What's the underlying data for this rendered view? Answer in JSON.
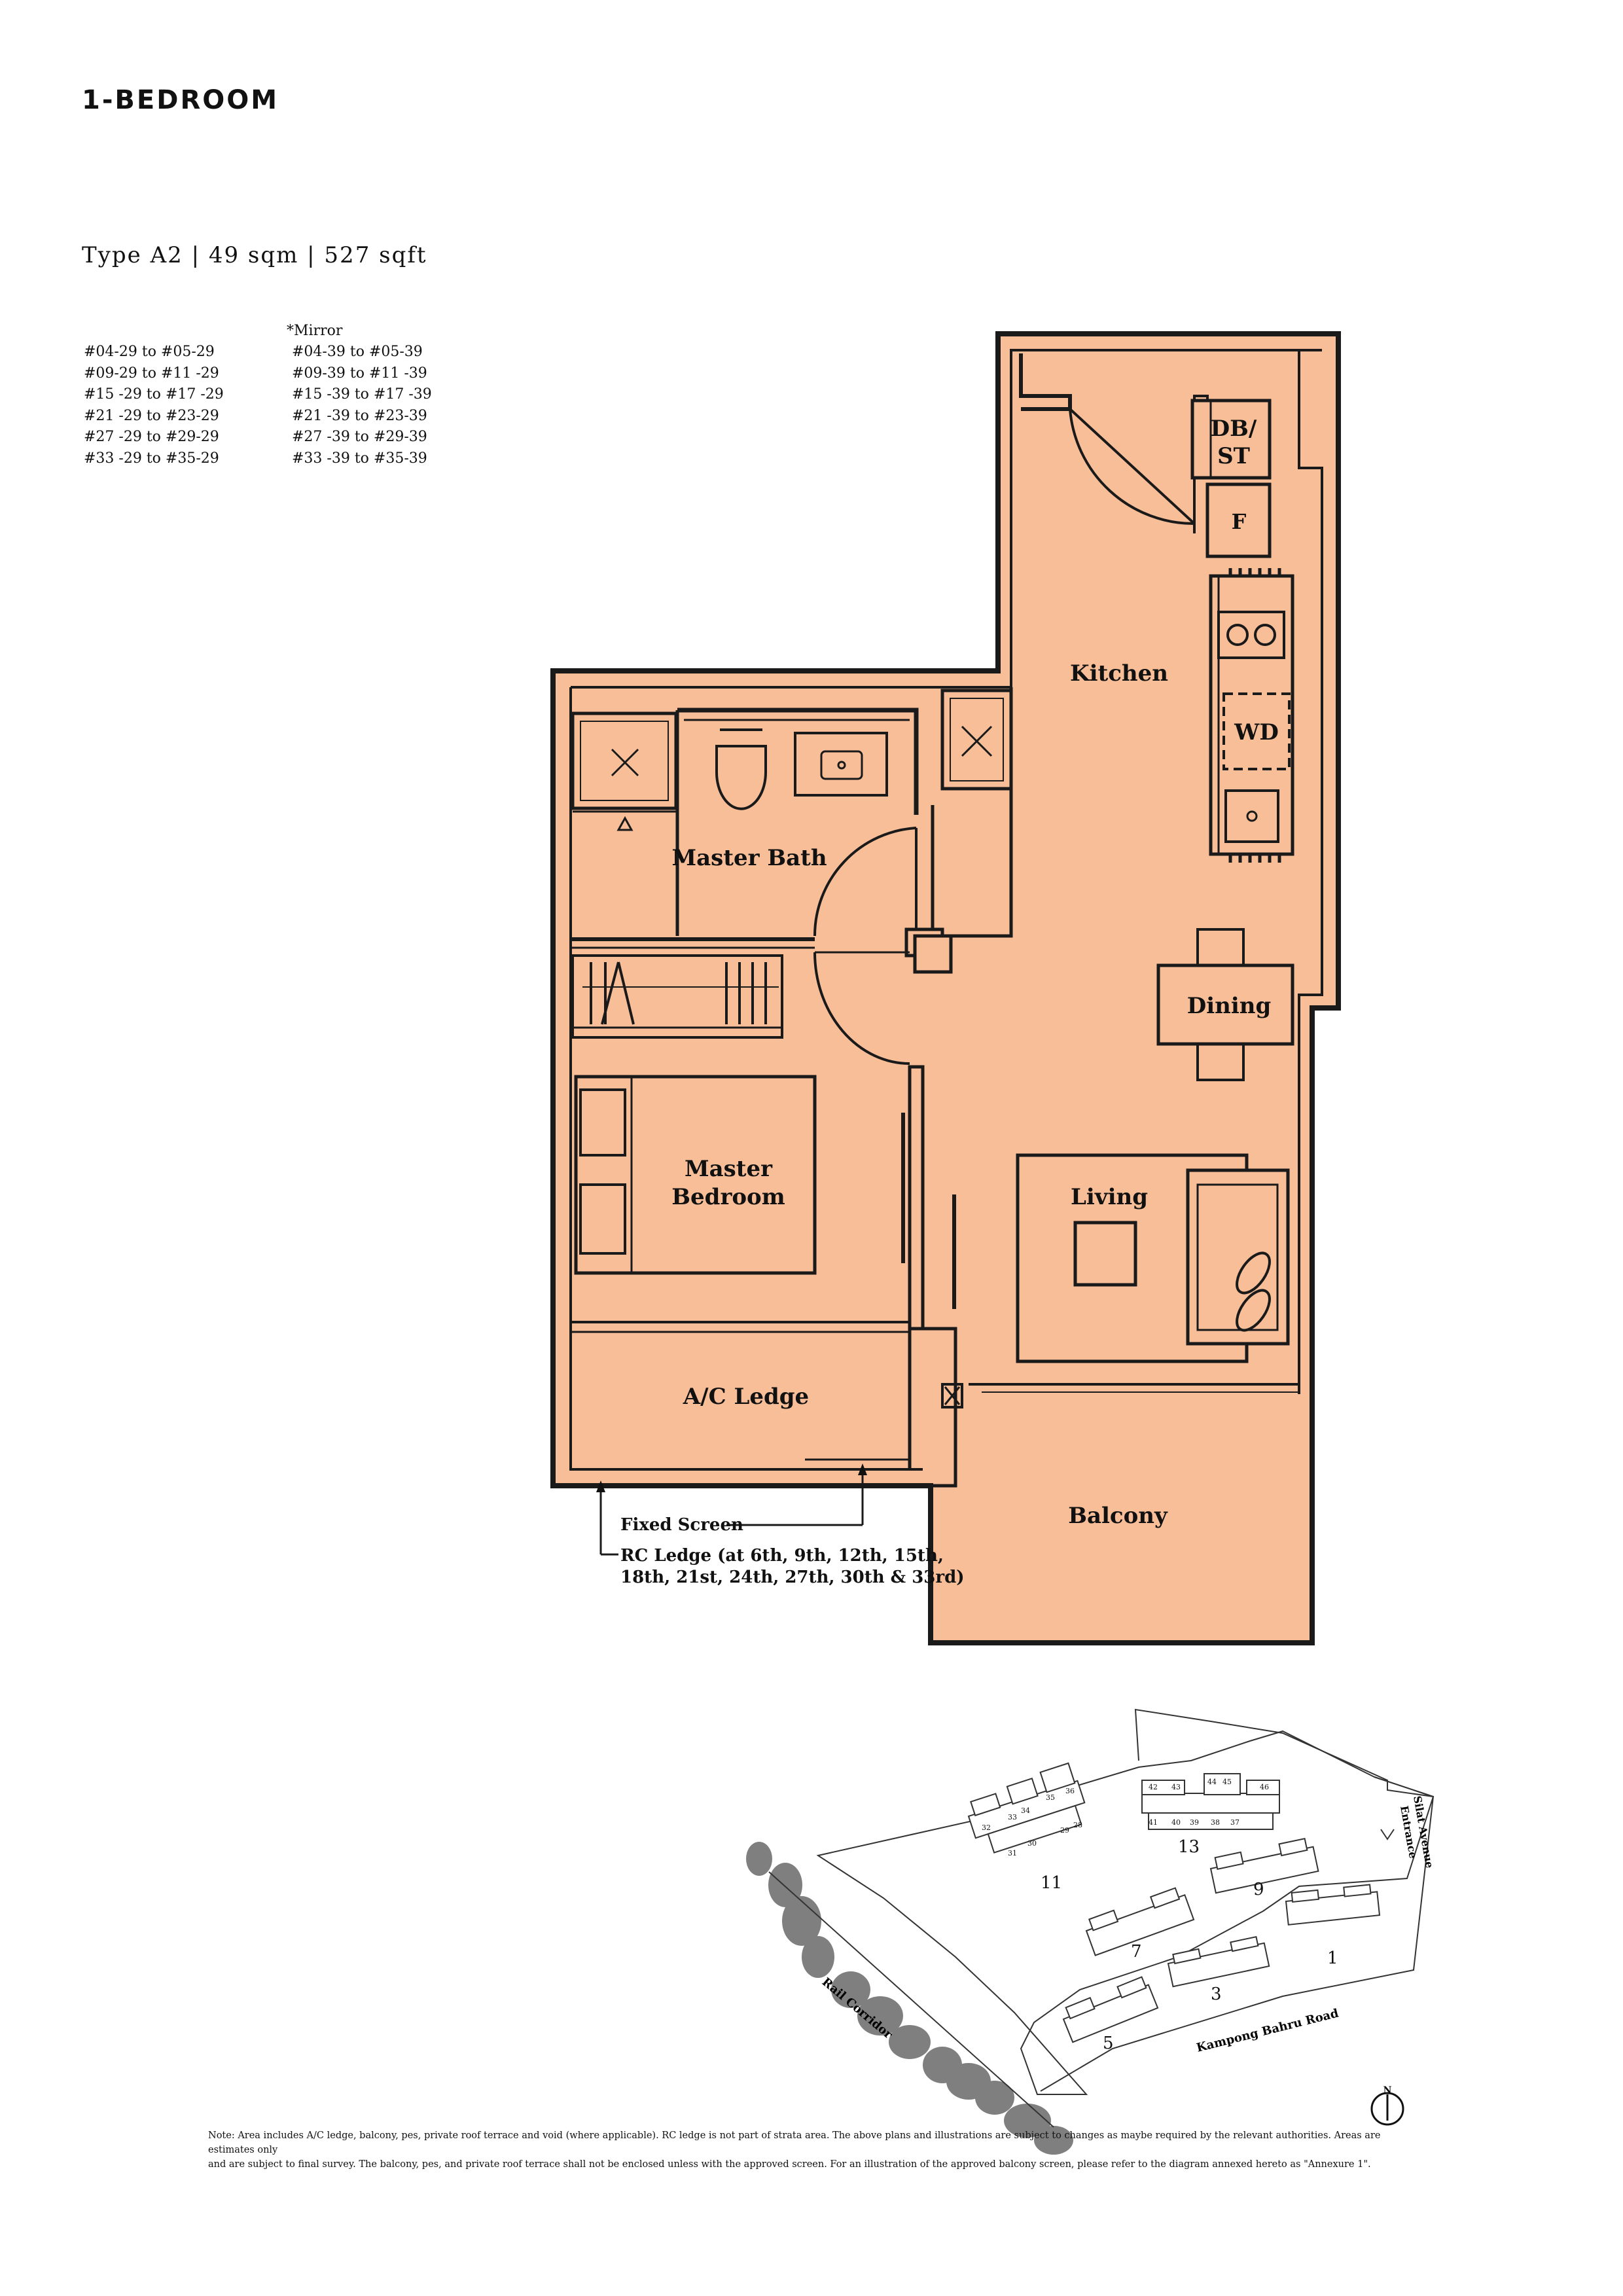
{
  "header": {
    "title": "1-BEDROOM",
    "subtitle": "Type A2  |  49 sqm  |  527 sqft"
  },
  "units": {
    "mirror_label": "*Mirror",
    "standard": [
      "#04-29 to #05-29",
      "#09-29 to #11 -29",
      "#15 -29 to #17 -29",
      "#21 -29 to #23-29",
      "#27 -29 to #29-29",
      "#33 -29 to #35-29"
    ],
    "mirror": [
      "#04-39 to #05-39",
      "#09-39 to #11 -39",
      "#15 -39 to #17 -39",
      "#21 -39 to #23-39",
      "#27 -39 to #29-39",
      "#33 -39 to #35-39"
    ]
  },
  "floorplan": {
    "colors": {
      "fill": "#f7be98",
      "wall": "#1a1a1a"
    },
    "rooms": {
      "db_st_line1": "DB/",
      "db_st_line2": "ST",
      "fridge": "F",
      "kitchen": "Kitchen",
      "washer_dryer": "WD",
      "master_bath": "Master Bath",
      "dining": "Dining",
      "master_bedroom_line1": "Master",
      "master_bedroom_line2": "Bedroom",
      "living": "Living",
      "ac_ledge": "A/C Ledge",
      "balcony": "Balcony"
    },
    "callouts": {
      "fixed_screen": "Fixed Screen",
      "rc_ledge_line1": "RC Ledge (at 6th, 9th, 12th, 15th,",
      "rc_ledge_line2": "18th, 21st, 24th, 27th, 30th & 33rd)"
    }
  },
  "site_plan": {
    "labels": {
      "entrance_line1": "Silat Avenue",
      "entrance_line2": "Entrance",
      "road": "Kampong Bahru Road",
      "rail": "Rail Corridor",
      "north": "N"
    },
    "blocks": [
      "1",
      "3",
      "5",
      "7",
      "9",
      "11",
      "13"
    ],
    "stack_numbers": [
      "28",
      "29",
      "30",
      "31",
      "32",
      "33",
      "34",
      "35",
      "36",
      "37",
      "38",
      "39",
      "40",
      "41",
      "42",
      "43",
      "44",
      "45",
      "46"
    ]
  },
  "note": {
    "line1": "Note: Area includes A/C ledge, balcony, pes, private roof terrace and void (where applicable). RC ledge is not part of strata area. The above plans and illustrations are subject to changes as maybe required by the relevant authorities. Areas are estimates only",
    "line2": "and are subject to final survey. The balcony, pes, and private roof terrace shall not be enclosed unless with the approved screen. For an illustration of the approved balcony screen, please refer to the diagram annexed hereto as \"Annexure 1\"."
  }
}
